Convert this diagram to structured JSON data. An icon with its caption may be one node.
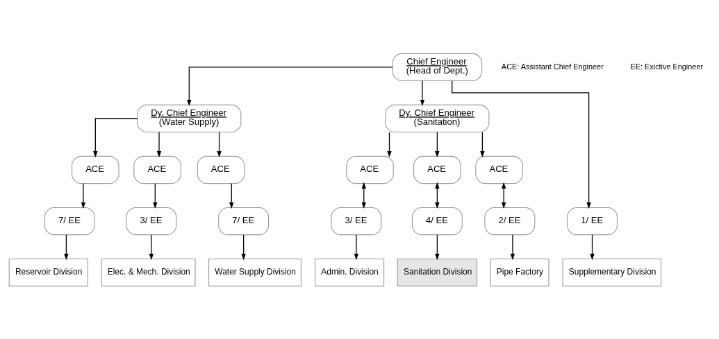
{
  "diagram": {
    "nodes": [
      {
        "text": [
          "Chief Engineer",
          "(Head of Dept.)"
        ]
      },
      {
        "text": [
          "Dy. Chief Engineer",
          "(Water Supply)"
        ]
      },
      {
        "text": [
          "Dy. Chief Engineer",
          "(Sanitation)"
        ]
      },
      {
        "text": [
          "ACE"
        ]
      },
      {
        "text": [
          "ACE"
        ]
      },
      {
        "text": [
          "ACE"
        ]
      },
      {
        "text": [
          "ACE"
        ]
      },
      {
        "text": [
          "ACE"
        ]
      },
      {
        "text": [
          "ACE"
        ]
      },
      {
        "text": [
          "7/ EE"
        ]
      },
      {
        "text": [
          "3/ EE"
        ]
      },
      {
        "text": [
          "7/ EE"
        ]
      },
      {
        "text": [
          "1/ EE"
        ]
      },
      {
        "text": [
          "3/ EE"
        ]
      },
      {
        "text": [
          "4/ EE"
        ]
      },
      {
        "text": [
          "2/ EE"
        ]
      },
      {
        "text": [
          "Reservoir Division"
        ]
      },
      {
        "text": [
          "Elec. & Mech. Division"
        ]
      },
      {
        "text": [
          "Water Supply Division"
        ]
      },
      {
        "text": [
          "Supplementary Division"
        ]
      },
      {
        "text": [
          "Admin. Division"
        ]
      },
      {
        "text": [
          "Sanitation Division"
        ]
      },
      {
        "text": [
          "Pipe Factory"
        ]
      }
    ],
    "edges": [
      {
        "from": 0,
        "to": 1,
        "arrow": "to"
      },
      {
        "from": 0,
        "to": 12,
        "arrow": "to"
      },
      {
        "from": 0,
        "to": 2,
        "arrow": "to"
      },
      {
        "from": 1,
        "to": 3,
        "arrow": "to"
      },
      {
        "from": 1,
        "to": 4,
        "arrow": "to"
      },
      {
        "from": 1,
        "to": 5,
        "arrow": "to"
      },
      {
        "from": 2,
        "to": 6,
        "arrow": "to"
      },
      {
        "from": 2,
        "to": 7,
        "arrow": "to"
      },
      {
        "from": 2,
        "to": 8,
        "arrow": "to"
      },
      {
        "from": 3,
        "to": 9,
        "arrow": "to"
      },
      {
        "from": 4,
        "to": 10,
        "arrow": "to"
      },
      {
        "from": 5,
        "to": 11,
        "arrow": "to"
      },
      {
        "from": 6,
        "to": 13,
        "arrow": "both"
      },
      {
        "from": 7,
        "to": 14,
        "arrow": "both"
      },
      {
        "from": 8,
        "to": 15,
        "arrow": "both"
      },
      {
        "from": 9,
        "to": 16,
        "arrow": "to"
      },
      {
        "from": 10,
        "to": 17,
        "arrow": "to"
      },
      {
        "from": 11,
        "to": 18,
        "arrow": "to"
      },
      {
        "from": 12,
        "to": 19,
        "arrow": "to"
      },
      {
        "from": 13,
        "to": 20,
        "arrow": "to"
      },
      {
        "from": 14,
        "to": 21,
        "arrow": "to"
      },
      {
        "from": 15,
        "to": 22,
        "arrow": "to"
      }
    ],
    "labels": [
      "ACE: Assistant Chief Engineer",
      "EE: Exictive Engineer"
    ]
  }
}
